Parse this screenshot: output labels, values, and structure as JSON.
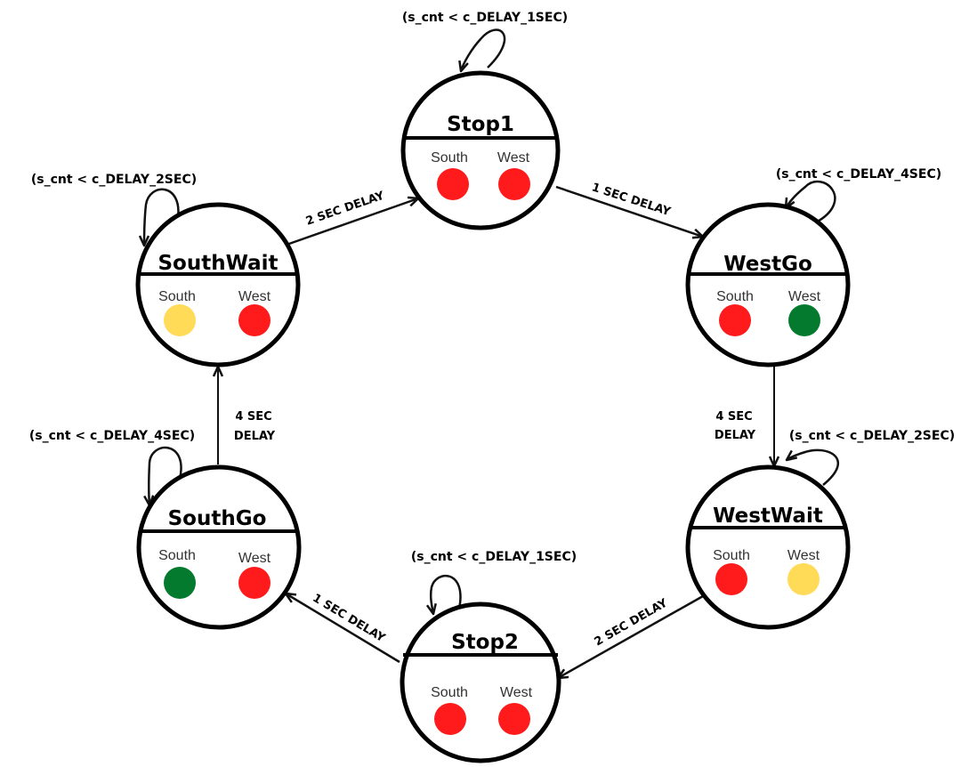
{
  "states": {
    "stop1": {
      "name": "Stop1",
      "south_label": "South",
      "west_label": "West",
      "south_color": "#ff1b1b",
      "west_color": "#ff1b1b",
      "condition": "(s_cnt < c_DELAY_1SEC)"
    },
    "westgo": {
      "name": "WestGo",
      "south_label": "South",
      "west_label": "West",
      "south_color": "#ff1b1b",
      "west_color": "#047a2e",
      "condition": "(s_cnt < c_DELAY_4SEC)"
    },
    "westwait": {
      "name": "WestWait",
      "south_label": "South",
      "west_label": "West",
      "south_color": "#ff1b1b",
      "west_color": "#ffdb58",
      "condition": "(s_cnt < c_DELAY_2SEC)"
    },
    "stop2": {
      "name": "Stop2",
      "south_label": "South",
      "west_label": "West",
      "south_color": "#ff1b1b",
      "west_color": "#ff1b1b",
      "condition": "(s_cnt < c_DELAY_1SEC)"
    },
    "southgo": {
      "name": "SouthGo",
      "south_label": "South",
      "west_label": "West",
      "south_color": "#047a2e",
      "west_color": "#ff1b1b",
      "condition": "(s_cnt < c_DELAY_4SEC)"
    },
    "southwait": {
      "name": "SouthWait",
      "south_label": "South",
      "west_label": "West",
      "south_color": "#ffdb58",
      "west_color": "#ff1b1b",
      "condition": "(s_cnt < c_DELAY_2SEC)"
    }
  },
  "transitions": {
    "stop1_to_westgo": "1 SEC DELAY",
    "westgo_to_westwait_1": "4 SEC",
    "westgo_to_westwait_2": "DELAY",
    "westwait_to_stop2": "2 SEC DELAY",
    "stop2_to_southgo": "1 SEC DELAY",
    "southgo_to_southwait_1": "4 SEC",
    "southgo_to_southwait_2": "DELAY",
    "southwait_to_stop1": "2 SEC DELAY"
  }
}
